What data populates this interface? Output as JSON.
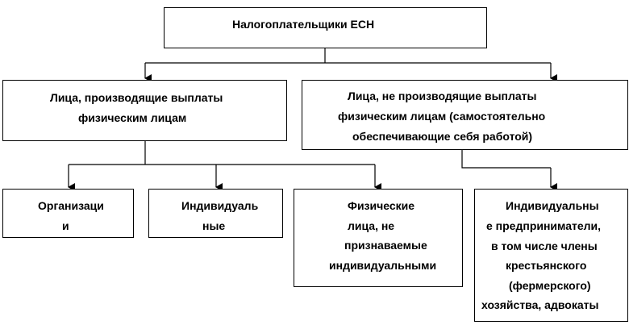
{
  "root": {
    "lines": [
      "Налогоплательщики ЕСН"
    ]
  },
  "left": {
    "lines": [
      "Лица, производящие выплаты",
      "физическим лицам"
    ]
  },
  "right": {
    "lines": [
      "Лица, не производящие выплаты",
      "физическим лицам (самостоятельно",
      "обеспечивающие себя работой)"
    ]
  },
  "org": {
    "lines": [
      "Организаци",
      "и"
    ]
  },
  "indiv": {
    "lines": [
      "Индивидуаль",
      "ные"
    ]
  },
  "phys": {
    "lines": [
      "Физические",
      "лица, не",
      "признаваемые",
      "индивидуальными"
    ]
  },
  "ip": {
    "lines": [
      "Индивидуальны",
      "е предприниматели,",
      "в том числе члены",
      "крестьянского",
      "(фермерского)",
      "хозяйства, адвокаты"
    ]
  }
}
